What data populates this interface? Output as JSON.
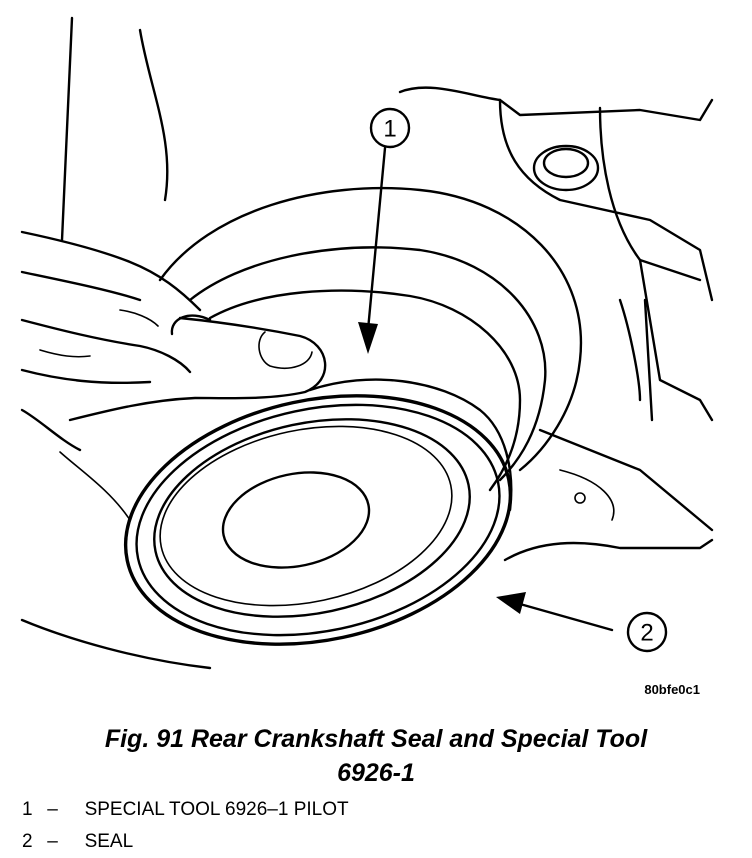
{
  "figure": {
    "code": "80bfe0c1",
    "caption_line1": "Fig. 91 Rear Crankshaft Seal and Special Tool",
    "caption_line2": "6926-1"
  },
  "callouts": [
    {
      "number": "1"
    },
    {
      "number": "2"
    }
  ],
  "legend": [
    {
      "number": "1",
      "dash": "–",
      "text": "SPECIAL TOOL 6926–1 PILOT"
    },
    {
      "number": "2",
      "dash": "–",
      "text": "SEAL"
    }
  ]
}
